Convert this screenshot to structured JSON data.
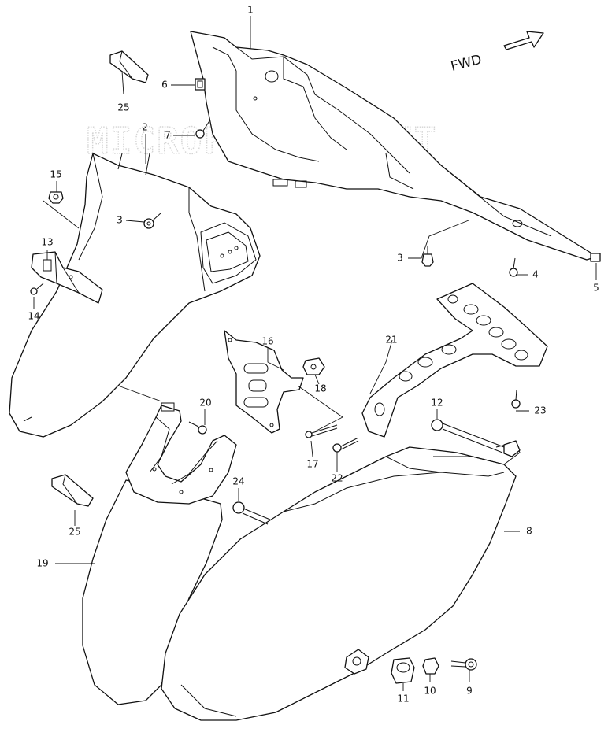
{
  "watermark": {
    "text": "MICROFICHES.NET"
  },
  "direction": {
    "label": "FWD"
  },
  "callouts": [
    {
      "id": "c1",
      "label": "1"
    },
    {
      "id": "c2",
      "label": "2"
    },
    {
      "id": "c3a",
      "label": "3"
    },
    {
      "id": "c3b",
      "label": "3"
    },
    {
      "id": "c4",
      "label": "4"
    },
    {
      "id": "c5",
      "label": "5"
    },
    {
      "id": "c6",
      "label": "6"
    },
    {
      "id": "c7",
      "label": "7"
    },
    {
      "id": "c8",
      "label": "8"
    },
    {
      "id": "c9",
      "label": "9"
    },
    {
      "id": "c10",
      "label": "10"
    },
    {
      "id": "c11",
      "label": "11"
    },
    {
      "id": "c12",
      "label": "12"
    },
    {
      "id": "c13",
      "label": "13"
    },
    {
      "id": "c14",
      "label": "14"
    },
    {
      "id": "c15",
      "label": "15"
    },
    {
      "id": "c16",
      "label": "16"
    },
    {
      "id": "c17",
      "label": "17"
    },
    {
      "id": "c18",
      "label": "18"
    },
    {
      "id": "c19",
      "label": "19"
    },
    {
      "id": "c20",
      "label": "20"
    },
    {
      "id": "c21",
      "label": "21"
    },
    {
      "id": "c22",
      "label": "22"
    },
    {
      "id": "c23",
      "label": "23"
    },
    {
      "id": "c24",
      "label": "24"
    },
    {
      "id": "c25a",
      "label": "25"
    },
    {
      "id": "c25b",
      "label": "25"
    }
  ]
}
